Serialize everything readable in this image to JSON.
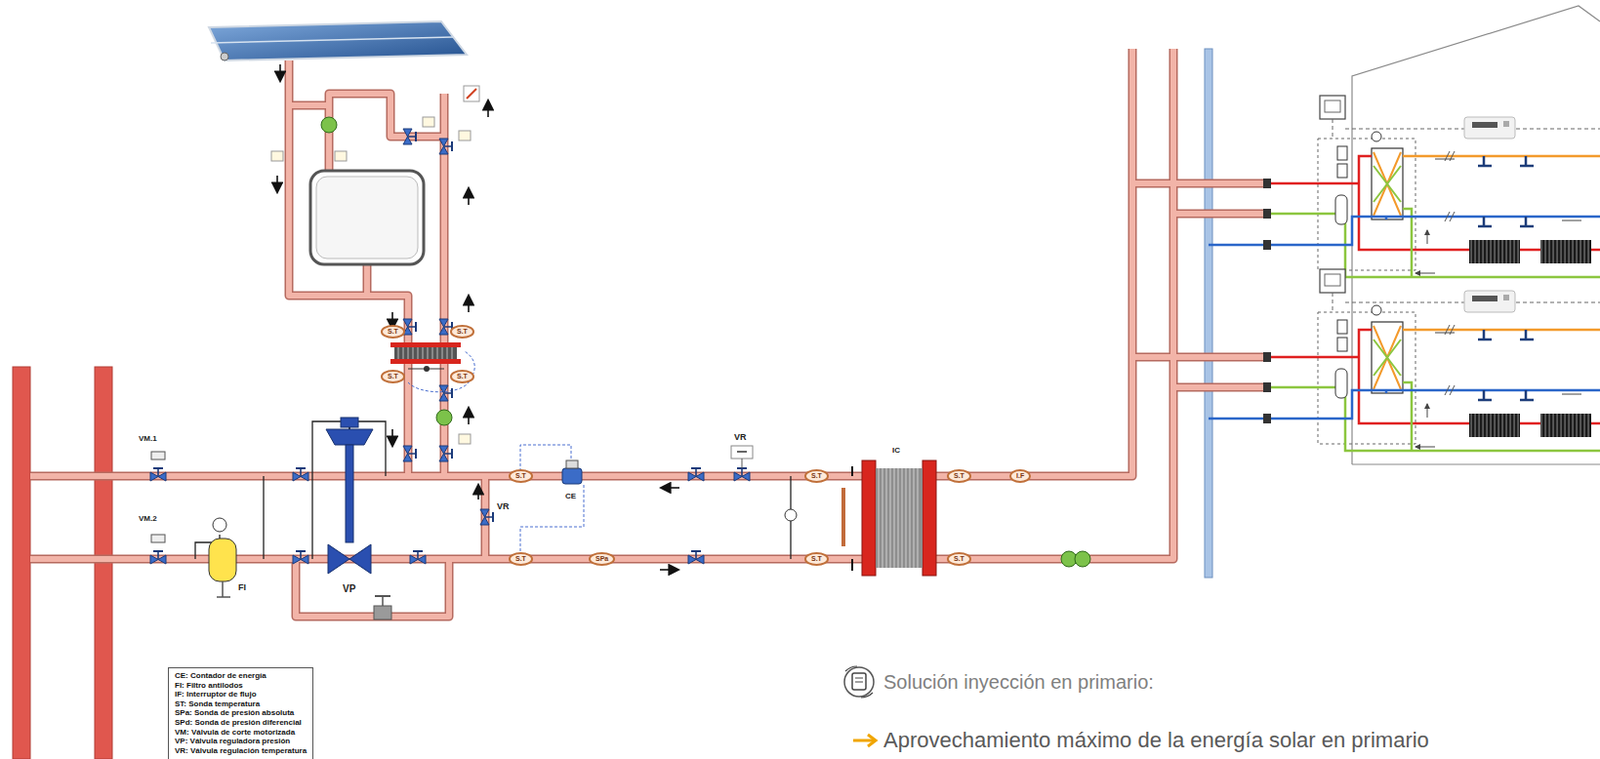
{
  "diagram": {
    "nodes": [
      {
        "text": [
          "S.T"
        ]
      },
      {
        "text": [
          "S.T"
        ]
      },
      {
        "text": [
          "S.T"
        ]
      },
      {
        "text": [
          "S.T"
        ]
      },
      {
        "text": [
          "S.T"
        ]
      },
      {
        "text": [
          "S.T"
        ]
      },
      {
        "text": [
          "S.T"
        ]
      },
      {
        "text": [
          "I.F"
        ]
      },
      {
        "text": [
          "S.T"
        ]
      },
      {
        "text": [
          "SPa"
        ]
      },
      {
        "text": [
          "S.T"
        ]
      },
      {
        "text": [
          "S.T"
        ]
      },
      {
        "text": [
          "CE: Contador de energía",
          "FI: Filtro antilodos",
          "IF: Interruptor de flujo",
          "ST: Sonda temperatura",
          "SPa: Sonda de presión absoluta",
          "SPd: Sonda de presión diferencial",
          "VM: Válvula de corte motorizada",
          "VP: Válvula reguladora presión",
          "VR: Válvula regulación temperatura"
        ]
      }
    ],
    "labels": [
      "VM.1",
      "VM.2",
      "FI",
      "VP",
      "VR",
      "VR",
      "CE",
      "IC",
      "Solución inyección en primario:",
      "Aprovechamiento máximo de la energía solar en primario"
    ]
  }
}
